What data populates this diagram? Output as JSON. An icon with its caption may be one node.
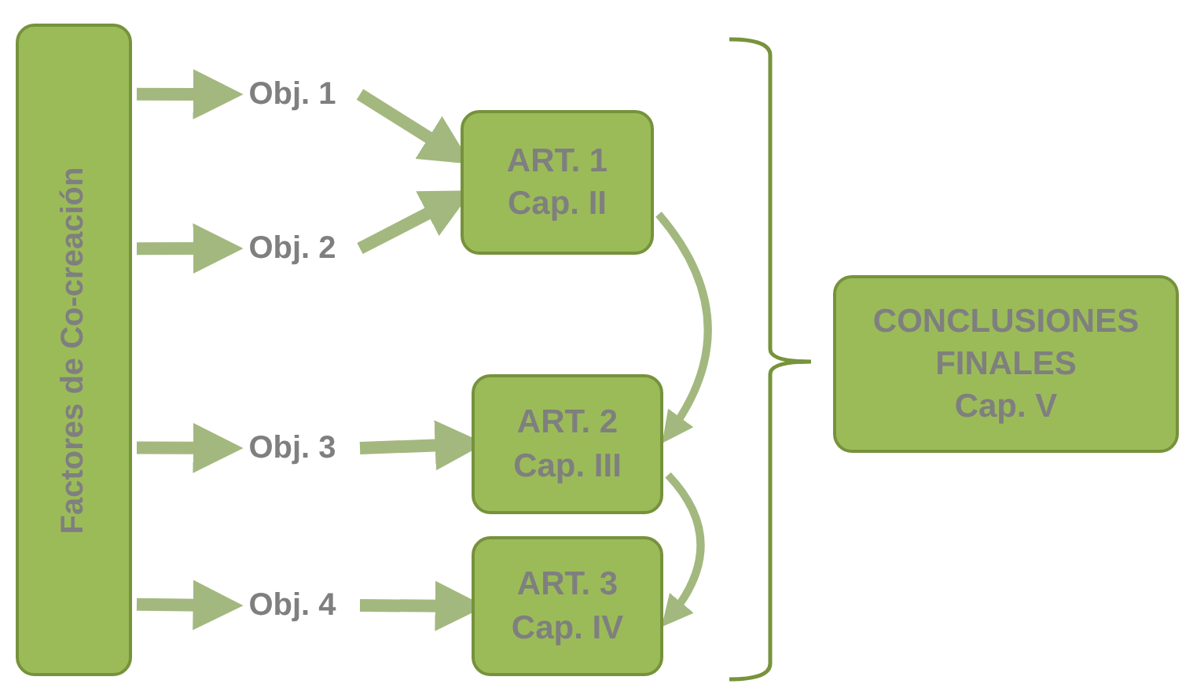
{
  "diagram": {
    "nodes": [
      {
        "text": [
          "Factores de Co-creación"
        ]
      },
      {
        "text": [
          "Obj. 1"
        ]
      },
      {
        "text": [
          "Obj. 2"
        ]
      },
      {
        "text": [
          "Obj. 3"
        ]
      },
      {
        "text": [
          "Obj. 4"
        ]
      },
      {
        "text": [
          "ART. 1",
          "Cap. II"
        ]
      },
      {
        "text": [
          "ART. 2",
          "Cap. III"
        ]
      },
      {
        "text": [
          "ART. 3",
          "Cap. IV"
        ]
      },
      {
        "text": [
          "CONCLUSIONES FINALES",
          "Cap. V"
        ]
      }
    ],
    "edges": [
      {
        "from": 0,
        "to": 1,
        "arrow": "to"
      },
      {
        "from": 0,
        "to": 2,
        "arrow": "to"
      },
      {
        "from": 0,
        "to": 3,
        "arrow": "to"
      },
      {
        "from": 0,
        "to": 4,
        "arrow": "to"
      },
      {
        "from": 1,
        "to": 5,
        "arrow": "to"
      },
      {
        "from": 2,
        "to": 5,
        "arrow": "to"
      },
      {
        "from": 3,
        "to": 6,
        "arrow": "to"
      },
      {
        "from": 4,
        "to": 7,
        "arrow": "to"
      },
      {
        "from": 5,
        "to": 6,
        "arrow": "to"
      },
      {
        "from": 6,
        "to": 7,
        "arrow": "to"
      }
    ]
  }
}
